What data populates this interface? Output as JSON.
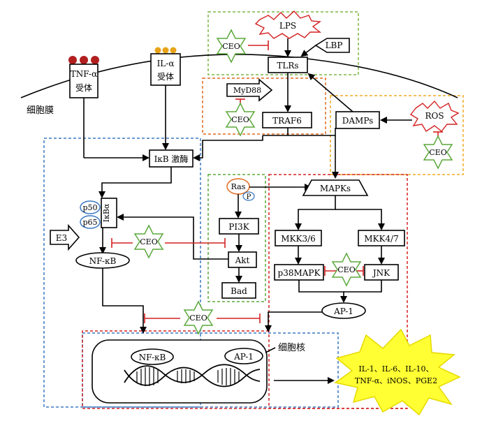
{
  "nodes": {
    "lps": "LPS",
    "lbp": "LBP",
    "tlrs": "TLRs",
    "myd88": "MyD88",
    "traf6": "TRAF6",
    "damps": "DAMPs",
    "ros": "ROS",
    "tnf_receptor_line1": "TNF-α",
    "tnf_receptor_line2": "受体",
    "il_receptor_line1": "IL-α",
    "il_receptor_line2": "受体",
    "cell_membrane": "细胞膜",
    "ikb_kinase": "IκB 激酶",
    "p50": "p50",
    "p65": "p65",
    "ikba": "IκBα",
    "e3": "E3",
    "nfkb": "NF-κB",
    "ras": "Ras",
    "p": "P",
    "pi3k": "PI3K",
    "akt": "Akt",
    "bad": "Bad",
    "mapks": "MAPKs",
    "mkk36": "MKK3/6",
    "mkk47": "MKK4/7",
    "p38mapk": "p38MAPK",
    "jnk": "JNK",
    "ap1": "AP-1",
    "nucleus_label": "细胞核",
    "nuc_nfkb": "NF-κB",
    "nuc_ap1": "AP-1",
    "ceo": "CEO",
    "output_line1": "IL-1、IL-6、IL-10、",
    "output_line2": "TNF-α、iNOS、PGE2"
  },
  "colors": {
    "green": "#7bb642",
    "orange": "#e06a1e",
    "gold": "#f0a820",
    "blue": "#3a78c2",
    "red": "#d42020",
    "inhibit": "#d42020",
    "star": "#5aa83a",
    "tnf_dot": "#b21f1f",
    "il_dot": "#e8a317",
    "burst_fill": "#ffff33",
    "burst_stroke": "#e6d800"
  }
}
